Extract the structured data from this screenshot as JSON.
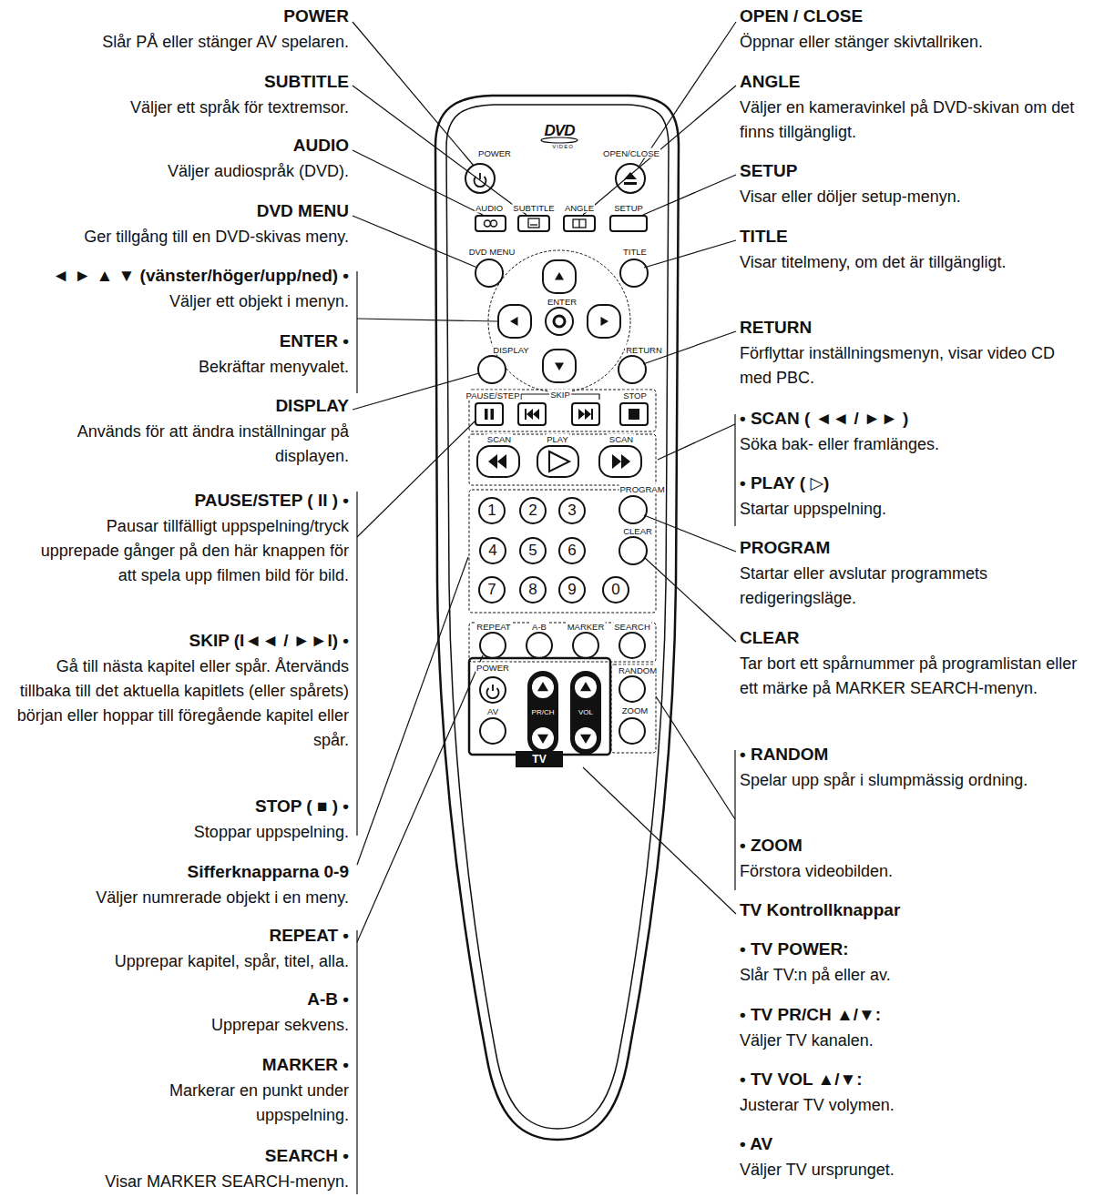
{
  "diagram": {
    "nodes": [
      {
        "text": [
          "1"
        ]
      },
      {
        "text": [
          "2"
        ]
      },
      {
        "text": [
          "3"
        ]
      },
      {
        "text": [
          "4"
        ]
      },
      {
        "text": [
          "5"
        ]
      },
      {
        "text": [
          "6"
        ]
      },
      {
        "text": [
          "7"
        ]
      },
      {
        "text": [
          "8"
        ]
      },
      {
        "text": [
          "9"
        ]
      },
      {
        "text": [
          "0"
        ]
      },
      {
        "text": [
          "TV"
        ]
      }
    ],
    "labels": [
      "POWER",
      "Slår PÅ eller stänger AV spelaren.",
      "SUBTITLE",
      "Väljer ett språk för textremsor.",
      "AUDIO",
      "Väljer audiospråk (DVD).",
      "DVD MENU",
      "Ger tillgång till en DVD-skivas meny.",
      "◄ ► ▲ ▼ (vänster/höger/upp/ned) •",
      "Väljer ett objekt i menyn.",
      "ENTER •",
      "Bekräftar menyvalet.",
      "DISPLAY",
      "Används för att ändra inställningar på displayen.",
      "PAUSE/STEP ( II ) •",
      "Pausar tillfälligt uppspelning/tryck upprepade gånger på den här knappen för att spela upp filmen bild för bild.",
      "SKIP (I◄◄ / ►►I) •",
      "Gå till nästa kapitel eller spår. Återvänds tillbaka till det aktuella kapitlets (eller spårets) början eller hoppar till föregående kapitel eller spår.",
      "STOP ( ■ ) •",
      "Stoppar uppspelning.",
      "Sifferknapparna 0-9",
      "Väljer numrerade objekt i en meny.",
      "REPEAT •",
      "Upprepar kapitel, spår, titel, alla.",
      "A-B •",
      "Upprepar sekvens.",
      "MARKER •",
      "Markerar en punkt under uppspelning.",
      "SEARCH •",
      "Visar MARKER SEARCH-menyn.",
      "OPEN / CLOSE",
      "Öppnar eller stänger skivtallriken.",
      "ANGLE",
      "Väljer en kameravinkel på DVD-skivan om det finns tillgängligt.",
      "SETUP",
      "Visar eller döljer setup-menyn.",
      "TITLE",
      "Visar titelmeny, om det är tillgängligt.",
      "RETURN",
      "Förflyttar inställningsmenyn, visar video CD med PBC.",
      "• SCAN ( ◄◄ / ►► )",
      "Söka bak- eller framlänges.",
      "• PLAY ( ▷)",
      "Startar uppspelning.",
      "PROGRAM",
      "Startar eller avslutar programmets redigeringsläge.",
      "CLEAR",
      "Tar bort ett spårnummer på programlistan eller ett märke på MARKER SEARCH-menyn.",
      "• RANDOM",
      "Spelar upp spår i slumpmässig ordning.",
      "• ZOOM",
      "Förstora videobilden.",
      "TV Kontrollknappar",
      "• TV POWER:",
      "Slår TV:n på eller av.",
      "• TV PR/CH ▲/▼:",
      "Väljer TV kanalen.",
      "• TV VOL ▲/▼:",
      "Justerar TV volymen.",
      "• AV",
      "Väljer TV ursprunget.",
      "DVD",
      "VIDEO",
      "POWER",
      "OPEN/CLOSE",
      "AUDIO",
      "SUBTITLE",
      "ANGLE",
      "SETUP",
      "DVD MENU",
      "TITLE",
      "ENTER",
      "DISPLAY",
      "RETURN",
      "PAUSE/STEP",
      "SKIP",
      "STOP",
      "SCAN",
      "PLAY",
      "SCAN",
      "PROGRAM",
      "CLEAR",
      "REPEAT",
      "A-B",
      "MARKER",
      "SEARCH",
      "RANDOM",
      "POWER",
      "AV",
      "PR/CH",
      "VOL",
      "ZOOM"
    ]
  }
}
